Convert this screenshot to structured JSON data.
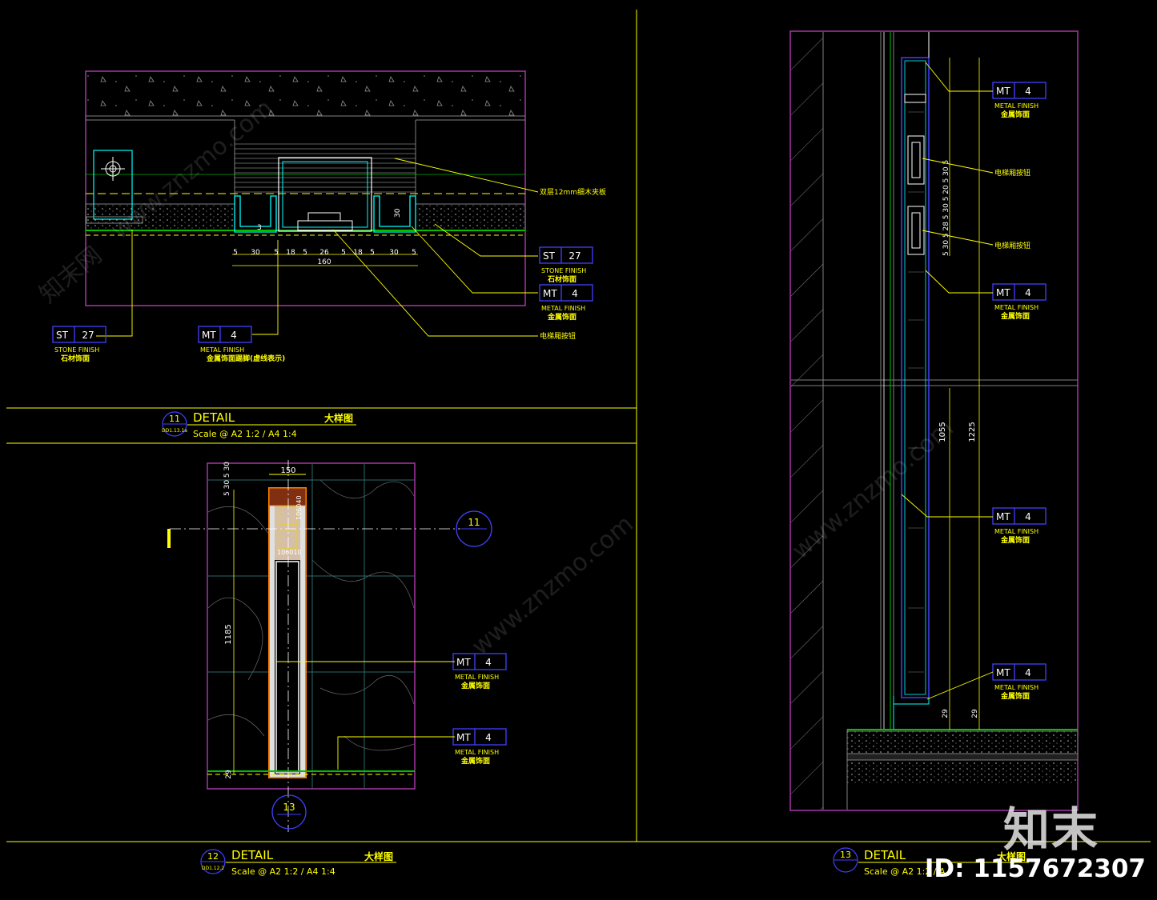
{
  "colors": {
    "background": "#000000",
    "frame": "#c03fc0",
    "yellow": "#ffff00",
    "cyan": "#00ffff",
    "blue": "#4040ff",
    "green": "#00c000",
    "white": "#ffffff",
    "orange": "#ff8000",
    "grey": "#808080"
  },
  "detail11": {
    "number": "11",
    "ref": "DD1.13.1a",
    "title": "DETAIL",
    "cn_title": "大样图",
    "scale": "Scale @ A2 1:2 / A4 1:4",
    "dims": [
      "5",
      "30",
      "5",
      "18",
      "5",
      "26",
      "5",
      "18",
      "5",
      "30",
      "5"
    ],
    "total": "160",
    "dim_3": "3",
    "dim_30": "30",
    "note_plywood": "双层12mm细木夹板",
    "note_button": "电梯厢按钮",
    "tags": [
      {
        "code": "ST",
        "num": "27",
        "en": "STONE FINISH",
        "cn": "石材饰面"
      },
      {
        "code": "MT",
        "num": "4",
        "en": "METAL FINISH",
        "cn": "金属饰面"
      },
      {
        "code": "ST",
        "num": "27",
        "en": "STONE FINISH",
        "cn": "石材饰面"
      },
      {
        "code": "MT",
        "num": "4",
        "en": "METAL FINISH",
        "cn": "金属饰面踢脚(虚线表示)"
      }
    ]
  },
  "detail12": {
    "number": "12",
    "ref": "DD1.12.2",
    "title": "DETAIL",
    "cn_title": "大样图",
    "scale": "Scale @ A2 1:2 / A4 1:4",
    "dim_width": "150",
    "dim_height": "1185",
    "dim_small": [
      "5",
      "30",
      "5",
      "30"
    ],
    "dim_right": [
      "10",
      "60",
      "40"
    ],
    "dim_bottom": [
      "10",
      "60",
      "10"
    ],
    "dim_29": "29",
    "section_11": "11",
    "section_13": "13",
    "tags": [
      {
        "code": "MT",
        "num": "4",
        "en": "METAL FINISH",
        "cn": "金属饰面"
      },
      {
        "code": "MT",
        "num": "4",
        "en": "METAL FINISH",
        "cn": "金属饰面"
      }
    ]
  },
  "detail13": {
    "number": "13",
    "title": "DETAIL",
    "cn_title": "大样图",
    "scale": "Scale @ A2 1:2 / A",
    "dims_top": [
      "5",
      "30",
      "5",
      "28",
      "5",
      "30",
      "5",
      "20",
      "5",
      "30",
      "5"
    ],
    "dim_1055": "1055",
    "dim_1225": "1225",
    "dim_29a": "29",
    "dim_29b": "29",
    "note_button1": "电梯厢按钮",
    "note_button2": "电梯厢按钮",
    "tags": [
      {
        "code": "MT",
        "num": "4",
        "en": "METAL FINISH",
        "cn": "金属饰面"
      },
      {
        "code": "MT",
        "num": "4",
        "en": "METAL FINISH",
        "cn": "金属饰面"
      },
      {
        "code": "MT",
        "num": "4",
        "en": "METAL FINISH",
        "cn": "金属饰面"
      },
      {
        "code": "MT",
        "num": "4",
        "en": "METAL FINISH",
        "cn": "金属饰面"
      }
    ]
  },
  "watermark": {
    "brand": "知末",
    "id_text": "ID: 1157672307",
    "url": "www.znzmo.com",
    "site_cn": "知末网"
  }
}
